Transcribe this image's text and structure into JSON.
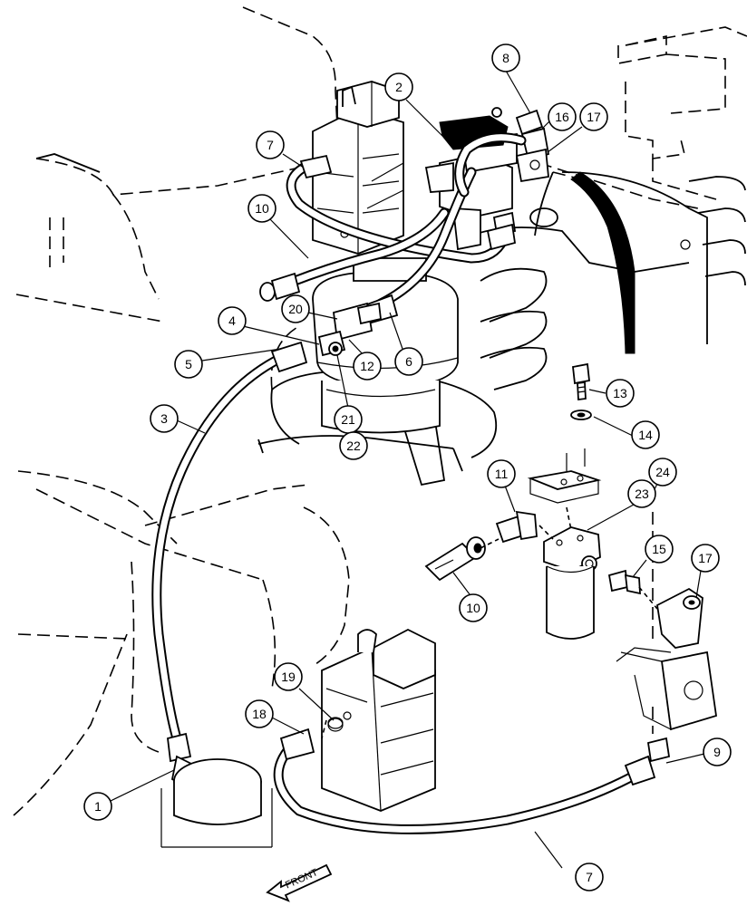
{
  "figure": {
    "front_label": "FRONT"
  },
  "callouts": [
    {
      "id": "c1",
      "number": "1"
    },
    {
      "id": "c2",
      "number": "2"
    },
    {
      "id": "c3",
      "number": "3"
    },
    {
      "id": "c4",
      "number": "4"
    },
    {
      "id": "c5",
      "number": "5"
    },
    {
      "id": "c6",
      "number": "6"
    },
    {
      "id": "c7a",
      "number": "7"
    },
    {
      "id": "c7b",
      "number": "7"
    },
    {
      "id": "c8",
      "number": "8"
    },
    {
      "id": "c9",
      "number": "9"
    },
    {
      "id": "c10a",
      "number": "10"
    },
    {
      "id": "c10b",
      "number": "10"
    },
    {
      "id": "c11",
      "number": "11"
    },
    {
      "id": "c12",
      "number": "12"
    },
    {
      "id": "c13",
      "number": "13"
    },
    {
      "id": "c14",
      "number": "14"
    },
    {
      "id": "c15",
      "number": "15"
    },
    {
      "id": "c16",
      "number": "16"
    },
    {
      "id": "c17a",
      "number": "17"
    },
    {
      "id": "c17b",
      "number": "17"
    },
    {
      "id": "c18",
      "number": "18"
    },
    {
      "id": "c19",
      "number": "19"
    },
    {
      "id": "c20",
      "number": "20"
    },
    {
      "id": "c21",
      "number": "21"
    },
    {
      "id": "c22",
      "number": "22"
    },
    {
      "id": "c23",
      "number": "23"
    },
    {
      "id": "c24",
      "number": "24"
    }
  ]
}
